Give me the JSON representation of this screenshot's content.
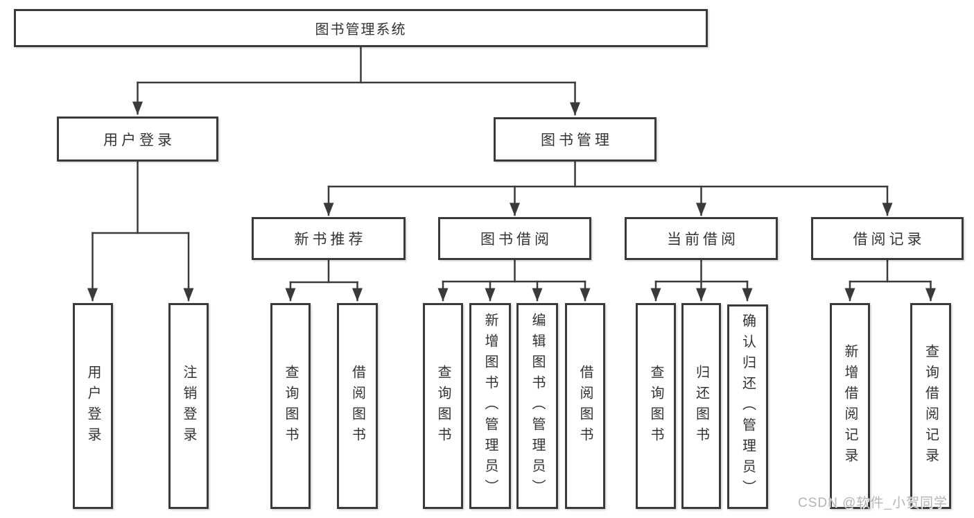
{
  "diagram": {
    "root": {
      "label": "图书管理系统"
    },
    "children": [
      {
        "label": "用户登录",
        "leaves": [
          "用户登录",
          "注销登录"
        ]
      },
      {
        "label": "图书管理",
        "children": [
          {
            "label": "新书推荐",
            "leaves": [
              "查询图书",
              "借阅图书"
            ]
          },
          {
            "label": "图书借阅",
            "leaves": [
              "查询图书",
              "新增图书（管理员）",
              "编辑图书（管理员）",
              "借阅图书"
            ]
          },
          {
            "label": "当前借阅",
            "leaves": [
              "查询图书",
              "归还图书",
              "确认归还（管理员）"
            ]
          },
          {
            "label": "借阅记录",
            "leaves": [
              "新增借阅记录",
              "查询借阅记录"
            ]
          }
        ]
      }
    ]
  },
  "watermark": {
    "text": "CSDN @软件_小贺同学"
  },
  "colors": {
    "line": "#3a3a3a",
    "box_border": "#3a3a3a",
    "text": "#333333",
    "watermark_text": "#b4b4b4",
    "background": "#ffffff"
  }
}
